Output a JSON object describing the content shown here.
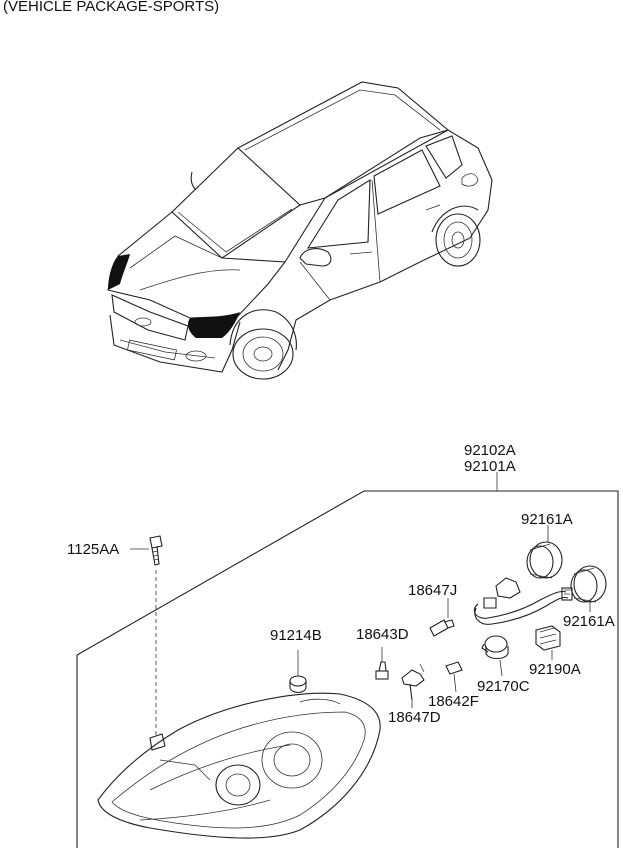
{
  "header": "(VEHICLE PACKAGE-SPORTS)",
  "parts": {
    "p92102A": "92102A",
    "p92101A": "92101A",
    "p92161A_top": "92161A",
    "p92161A_right": "92161A",
    "p18647J": "18647J",
    "p1125AA": "1125AA",
    "p91214B": "91214B",
    "p18643D": "18643D",
    "p92190A": "92190A",
    "p92170C": "92170C",
    "p18642F": "18642F",
    "p18647D": "18647D"
  }
}
